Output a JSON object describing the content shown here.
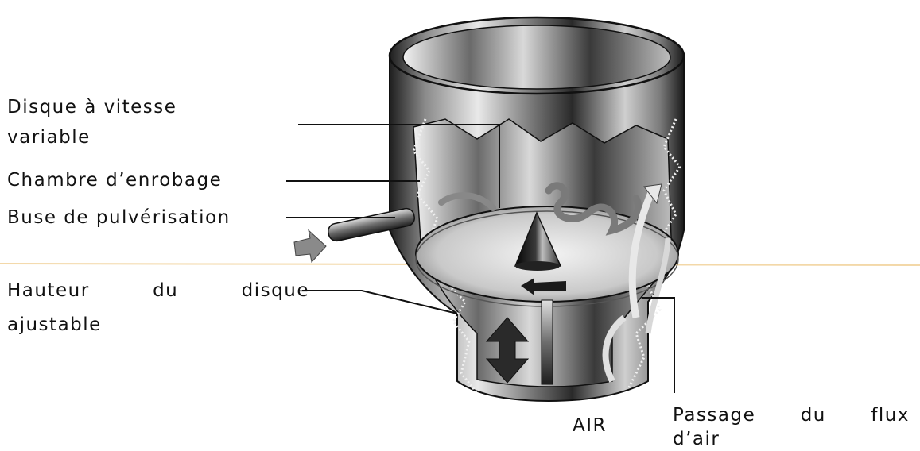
{
  "labels": {
    "disque": "Disque à vitesse variable",
    "disque_line1": "Disque à vitesse",
    "disque_line2": "variable",
    "chambre": "Chambre d’enrobage",
    "buse": "Buse de pulvérisation",
    "hauteur_w1": "Hauteur",
    "hauteur_w2": "du",
    "hauteur_w3": "disque",
    "hauteur_line2": "ajustable",
    "air": "AIR",
    "passage_w1": "Passage",
    "passage_w2": "du",
    "passage_w3": "flux",
    "passage_line2": "d’air"
  },
  "colors": {
    "ink": "#111111",
    "metal_light": "#e8e8e8",
    "metal_mid": "#9a9a9a",
    "metal_dark": "#2a2a2a",
    "rule": "#f3d8a8"
  }
}
